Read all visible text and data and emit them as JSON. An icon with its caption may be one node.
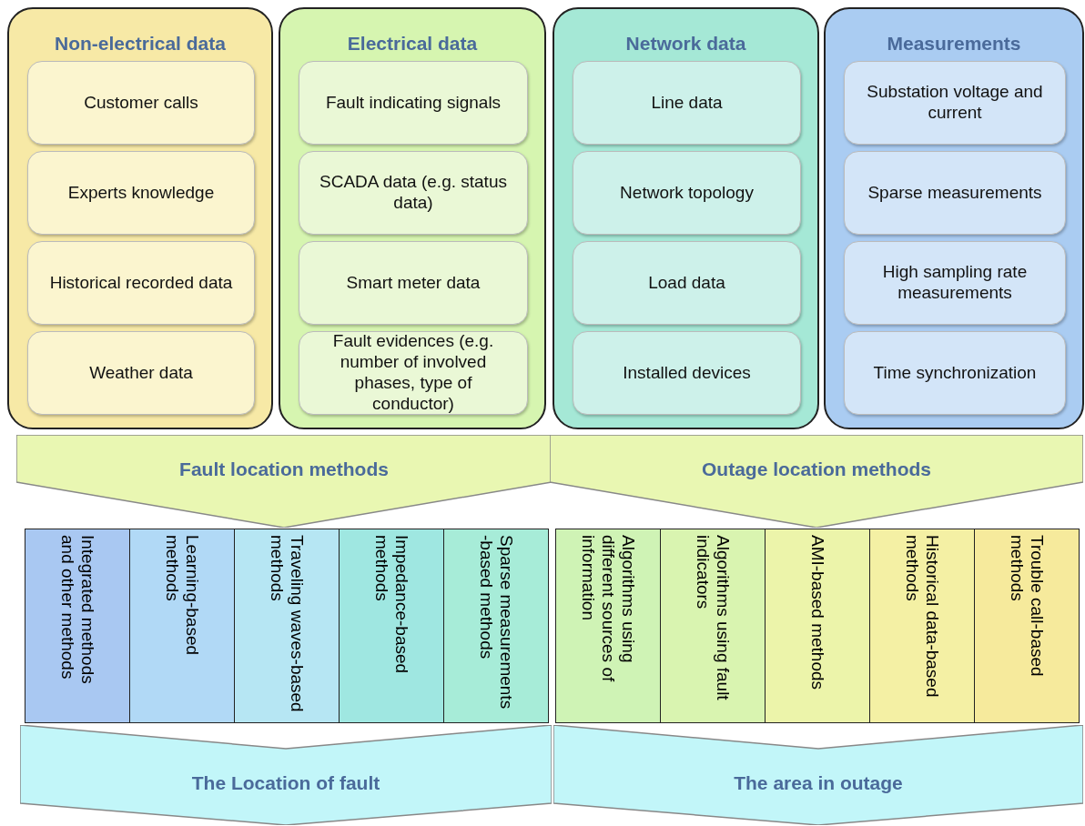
{
  "diagram": {
    "nodes": [
      {
        "text": [
          "Non-electrical data"
        ]
      },
      {
        "text": [
          "Customer calls"
        ],
        "in": 0
      },
      {
        "text": [
          "Experts knowledge"
        ],
        "in": 0
      },
      {
        "text": [
          "Historical recorded data"
        ],
        "in": 0
      },
      {
        "text": [
          "Weather data"
        ],
        "in": 0
      },
      {
        "text": [
          "Electrical data"
        ]
      },
      {
        "text": [
          "Fault indicating signals"
        ],
        "in": 5
      },
      {
        "text": [
          "SCADA data (e.g. status data)"
        ],
        "in": 5
      },
      {
        "text": [
          "Smart meter data"
        ],
        "in": 5
      },
      {
        "text": [
          "Fault evidences (e.g. number of involved phases, type of conductor)"
        ],
        "in": 5
      },
      {
        "text": [
          "Network data"
        ]
      },
      {
        "text": [
          "Line data"
        ],
        "in": 10
      },
      {
        "text": [
          "Network topology"
        ],
        "in": 10
      },
      {
        "text": [
          "Load data"
        ],
        "in": 10
      },
      {
        "text": [
          "Installed devices"
        ],
        "in": 10
      },
      {
        "text": [
          "Measurements"
        ]
      },
      {
        "text": [
          "Substation voltage and current"
        ],
        "in": 15
      },
      {
        "text": [
          "Sparse measurements"
        ],
        "in": 15
      },
      {
        "text": [
          "High sampling rate measurements"
        ],
        "in": 15
      },
      {
        "text": [
          "Time synchronization"
        ],
        "in": 15
      },
      {
        "text": [
          "Fault location methods"
        ]
      },
      {
        "text": [
          "Outage location methods"
        ]
      },
      {
        "text": [
          "Integrated methods and other methods"
        ]
      },
      {
        "text": [
          "Learning-based methods"
        ]
      },
      {
        "text": [
          "Traveling waves-based methods"
        ]
      },
      {
        "text": [
          "Impedance-based methods"
        ]
      },
      {
        "text": [
          "Sparse measurements -based methods"
        ]
      },
      {
        "text": [
          "Algorithms using different sources of information"
        ]
      },
      {
        "text": [
          "Algorithms using fault indicators"
        ]
      },
      {
        "text": [
          "AMI-based methods"
        ]
      },
      {
        "text": [
          "Historical data-based methods"
        ]
      },
      {
        "text": [
          "Trouble call-based methods"
        ]
      },
      {
        "text": [
          "The Location of fault"
        ]
      },
      {
        "text": [
          "The area in outage"
        ]
      }
    ]
  }
}
